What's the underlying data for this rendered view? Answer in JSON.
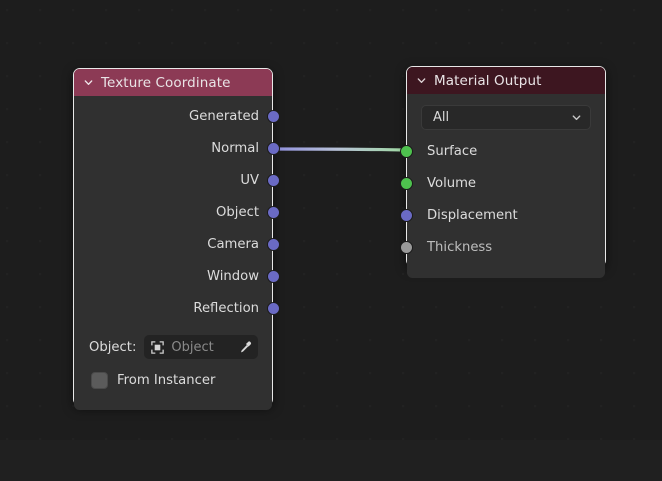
{
  "editor": {
    "name": "shader-node-editor",
    "background_color": "#1d1d1d",
    "bottom_strip_color": "#202020"
  },
  "link": {
    "name": "node-link-normal-to-surface",
    "from_node": "Texture Coordinate",
    "from_socket": "Normal",
    "to_node": "Material Output",
    "to_socket": "Surface",
    "start_color": "#6c6cc9",
    "end_color": "#7ac17a"
  },
  "nodes": [
    {
      "id": "texture-coordinate",
      "title": "Texture Coordinate",
      "header_color": "#8c3a55",
      "body_color": "#303030",
      "border_color": "#e8e8e8",
      "collapse_icon": "chevron-down-icon",
      "outputs": [
        {
          "label": "Generated",
          "color": "#6a6ac4"
        },
        {
          "label": "Normal",
          "color": "#6a6ac4"
        },
        {
          "label": "UV",
          "color": "#6a6ac4"
        },
        {
          "label": "Object",
          "color": "#6a6ac4"
        },
        {
          "label": "Camera",
          "color": "#6a6ac4"
        },
        {
          "label": "Window",
          "color": "#6a6ac4"
        },
        {
          "label": "Reflection",
          "color": "#6a6ac4"
        }
      ],
      "object_property": {
        "label": "Object:",
        "value": "",
        "placeholder": "Object",
        "prefix_icon": "object-data-icon",
        "suffix_icon": "eyedropper-icon"
      },
      "from_instancer": {
        "label": "From Instancer",
        "checked": false
      }
    },
    {
      "id": "material-output",
      "title": "Material Output",
      "header_color": "#3d1620",
      "body_color": "#303030",
      "border_color": "#e8e8e8",
      "collapse_icon": "chevron-down-icon",
      "target_dropdown": {
        "name": "target-dropdown",
        "value": "All",
        "chevron_icon": "chevron-down-icon"
      },
      "inputs": [
        {
          "label": "Surface",
          "color": "#4ec14e",
          "connected": true
        },
        {
          "label": "Volume",
          "color": "#4ec14e",
          "connected": false
        },
        {
          "label": "Displacement",
          "color": "#6a6ac4",
          "connected": false
        },
        {
          "label": "Thickness",
          "color": "#9a9a9a",
          "connected": false
        }
      ]
    }
  ]
}
